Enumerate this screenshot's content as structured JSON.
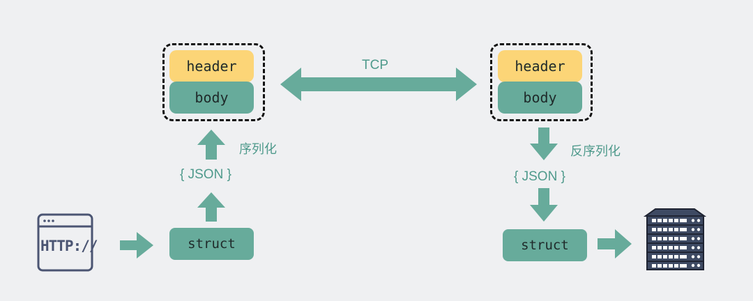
{
  "left": {
    "header": "header",
    "body": "body",
    "struct": "struct",
    "json": "{ JSON }",
    "serialize": "序列化"
  },
  "right": {
    "header": "header",
    "body": "body",
    "struct": "struct",
    "json": "{ JSON }",
    "deserialize": "反序列化"
  },
  "link": {
    "label": "TCP"
  },
  "http_icon": {
    "text": "HTTP://"
  },
  "colors": {
    "background": "#eff0f2",
    "arrow": "#67ab9b",
    "header": "#fcd577",
    "body": "#67ab9b",
    "icon": "#4b5573"
  }
}
